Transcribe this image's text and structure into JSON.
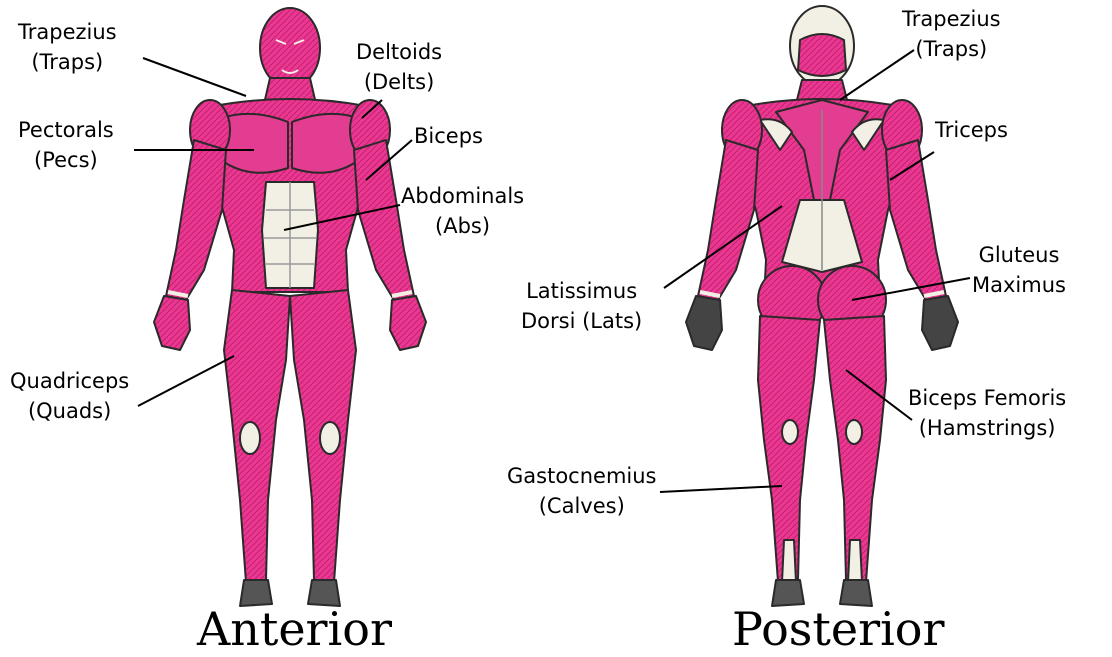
{
  "colors": {
    "muscle": "#e8388f",
    "muscle_dark": "#c2186f",
    "tendon": "#f2efe4",
    "outline": "#2a2a2a",
    "leader": "#000000"
  },
  "views": {
    "anterior": {
      "title": "Anterior",
      "labels": {
        "trapezius": [
          "Trapezius",
          "(Traps)"
        ],
        "deltoids": [
          "Deltoids",
          "(Delts)"
        ],
        "pectorals": [
          "Pectorals",
          "(Pecs)"
        ],
        "biceps": [
          "Biceps"
        ],
        "abdominals": [
          "Abdominals",
          "(Abs)"
        ],
        "quadriceps": [
          "Quadriceps",
          "(Quads)"
        ]
      }
    },
    "posterior": {
      "title": "Posterior",
      "labels": {
        "trapezius": [
          "Trapezius",
          "(Traps)"
        ],
        "triceps": [
          "Triceps"
        ],
        "gluteus": [
          "Gluteus",
          "Maximus"
        ],
        "latissimus": [
          "Latissimus",
          "Dorsi (Lats)"
        ],
        "biceps_femoris": [
          "Biceps Femoris",
          "(Hamstrings)"
        ],
        "gastrocnemius": [
          "Gastocnemius",
          "(Calves)"
        ]
      }
    }
  }
}
